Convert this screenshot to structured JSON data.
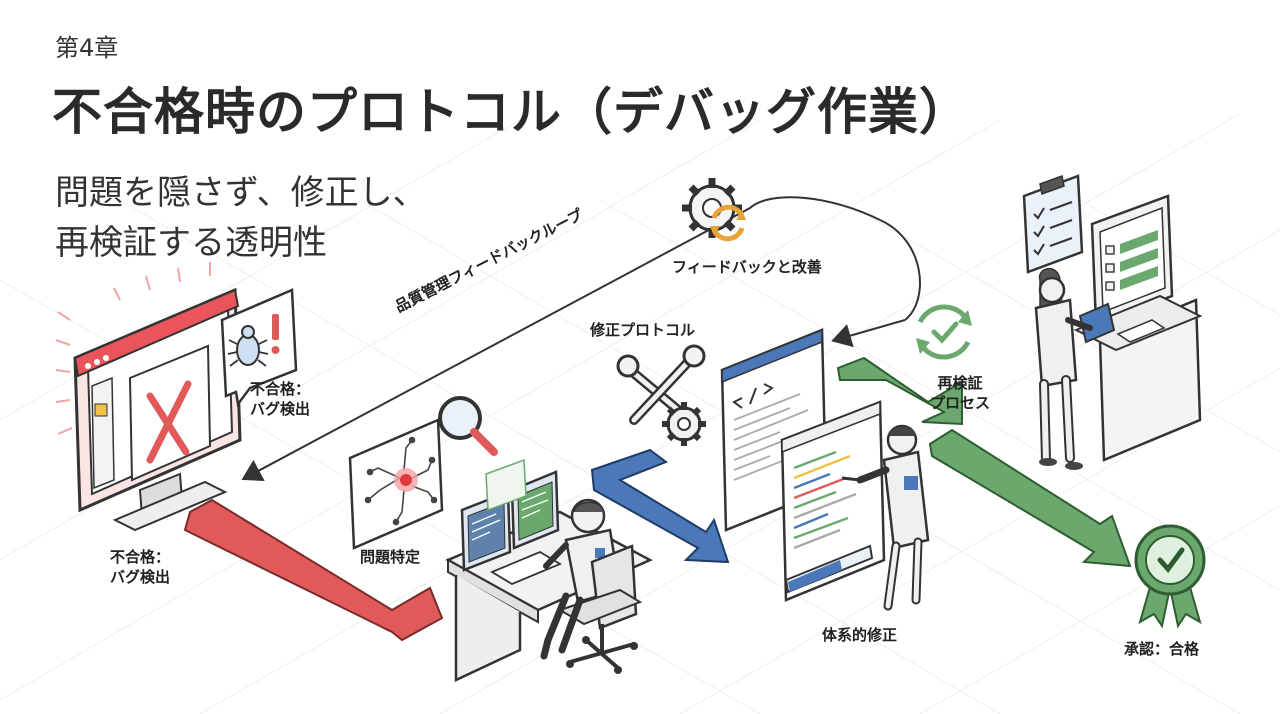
{
  "header": {
    "chapter": "第4章",
    "title": "不合格時のプロトコル（デバッグ作業）",
    "subtitle_line1": "問題を隠さず、修正し、",
    "subtitle_line2": "再検証する透明性"
  },
  "labels": {
    "bug_detect_top_1": "不合格：",
    "bug_detect_top_2": "バグ検出",
    "bug_detect_bottom_1": "不合格：",
    "bug_detect_bottom_2": "バグ検出",
    "feedback_improve": "フィードバックと改善",
    "qm_loop": "品質管理フィードバックループ",
    "fix_protocol": "修正プロトコル",
    "problem_identify": "問題特定",
    "systematic_fix": "体系的修正",
    "reverify_1": "再検証",
    "reverify_2": "プロセス",
    "approval": "承認：合格"
  },
  "colors": {
    "red": "#e05a5a",
    "blue": "#4a78b8",
    "green": "#6aa86e",
    "gear_orange": "#e8a33a",
    "monitor_red": "#e9555a",
    "grid": "#ededed"
  },
  "icons": [
    "bug-icon",
    "alert-icon",
    "x-mark-icon",
    "gear-icon",
    "refresh-icon",
    "wrench-icon",
    "magnifier-icon",
    "circuit-icon",
    "code-icon",
    "clipboard-icon",
    "check-cycle-icon",
    "award-ribbon-icon"
  ]
}
